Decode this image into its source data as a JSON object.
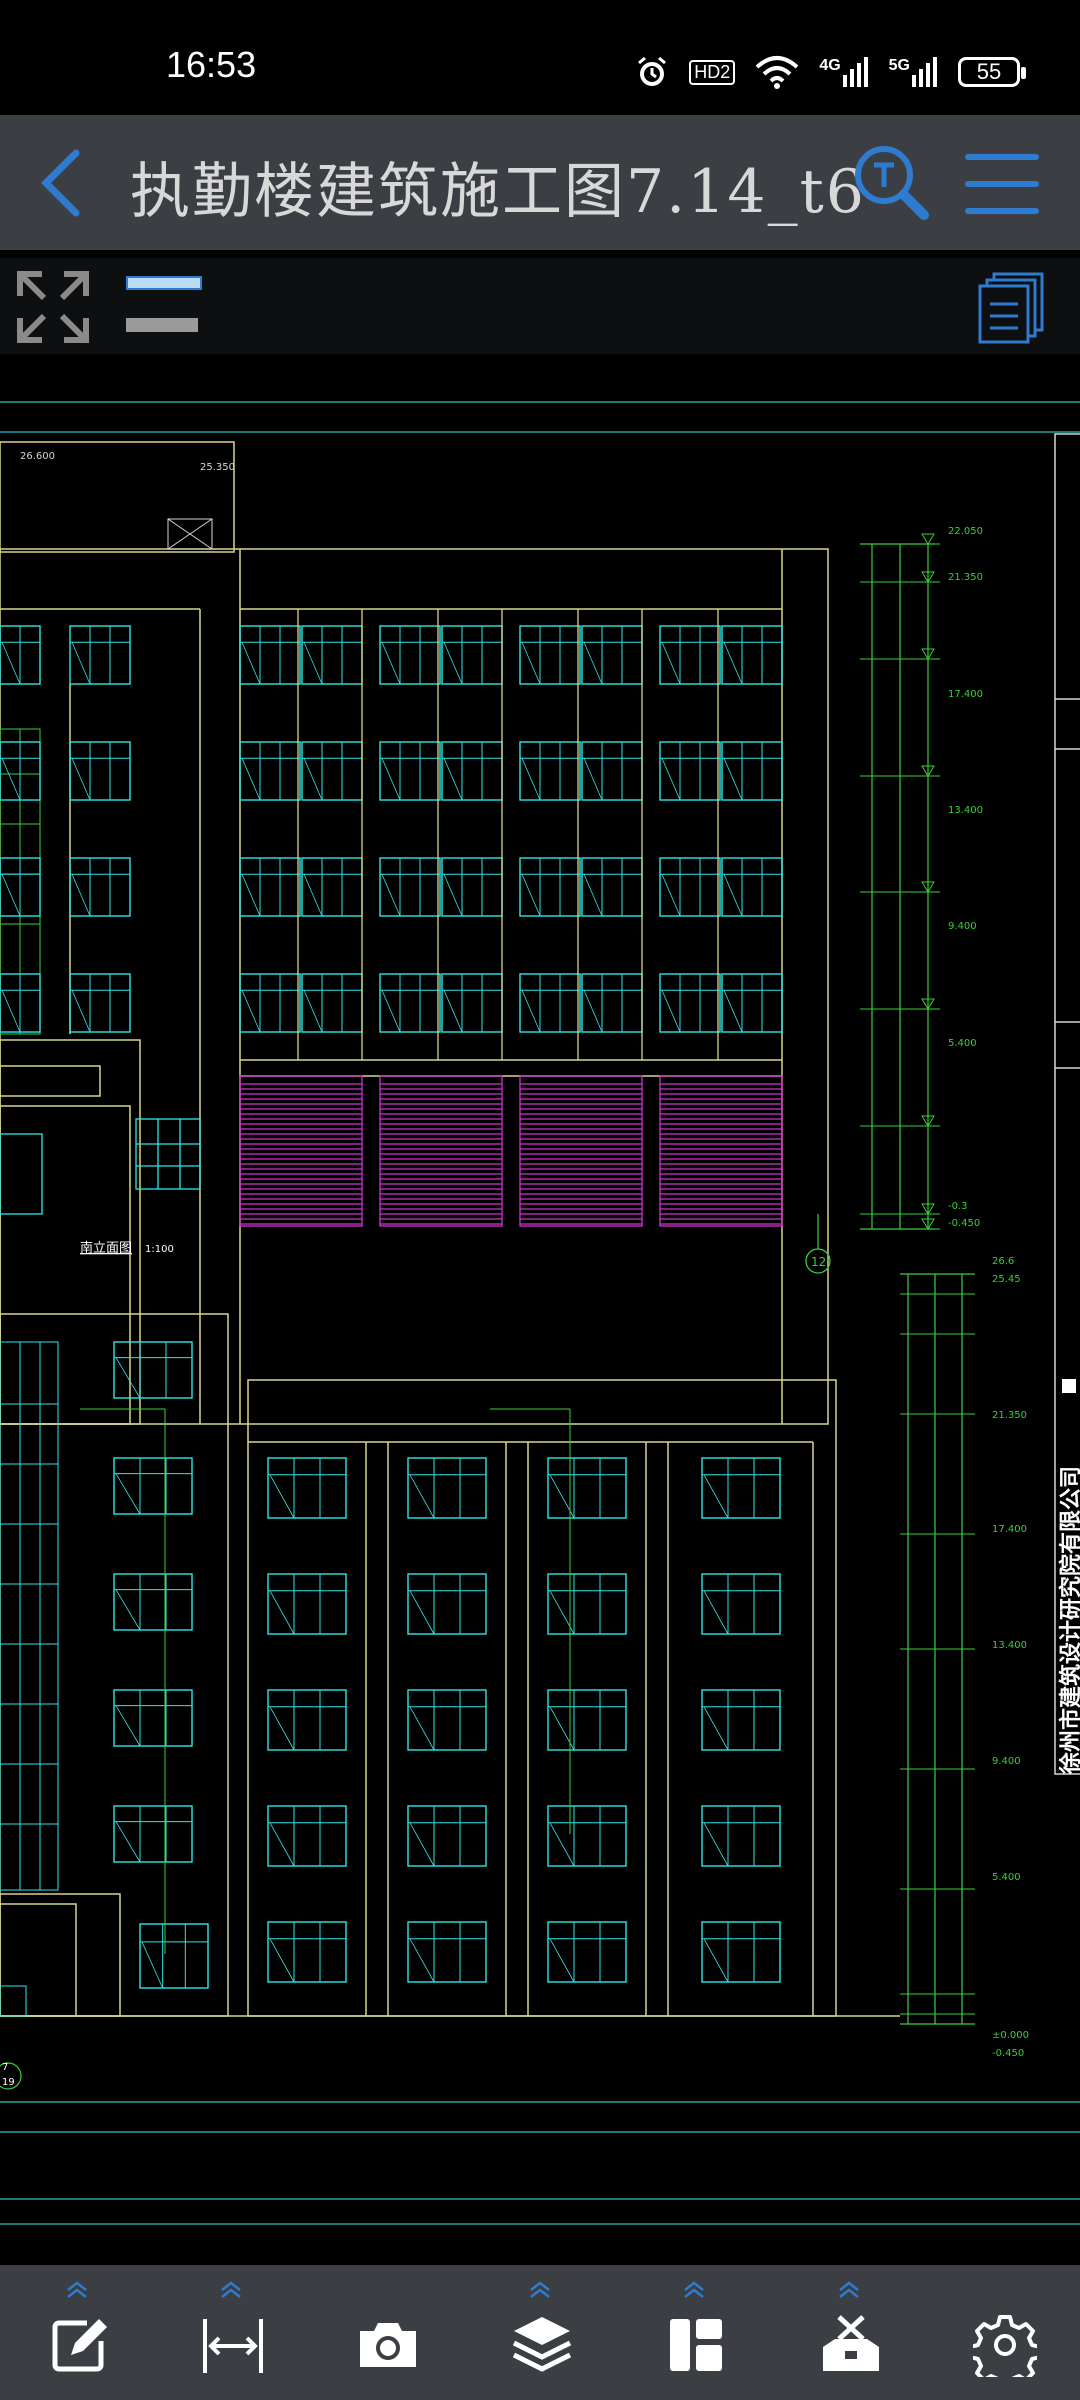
{
  "status": {
    "time": "16:53",
    "hd_label": "HD2",
    "network1": "4G",
    "network2": "5G",
    "battery": "55"
  },
  "header": {
    "title": "执勤楼建筑施工图7.14_t6"
  },
  "drawing": {
    "top_view_title": "南立面图",
    "top_view_scale": "1:100",
    "axis_number": "12",
    "top_elevations": [
      "22.050",
      "21.350",
      "17.400",
      "13.400",
      "9.400",
      "5.400",
      "-0.3",
      "-0.450"
    ],
    "bottom_elevations": [
      "26.6",
      "25.45",
      "21.350",
      "17.400",
      "13.400",
      "9.400",
      "5.400",
      "±0.000",
      "-0.450"
    ],
    "top_left_elevations": [
      "26.600",
      "25.350"
    ],
    "bottom_axis": "7",
    "bottom_axis2": "19",
    "side_label": "徐州市建筑设计研究院有限公司"
  },
  "icons": {
    "back": "chevron-left-icon",
    "search": "text-search-icon",
    "menu": "hamburger-menu-icon",
    "fullscreen": "fullscreen-icon",
    "docs": "document-list-icon"
  },
  "tools": [
    "edit-tool",
    "measure-tool",
    "camera-tool",
    "layers-tool",
    "layout-tool",
    "toolbox-tool",
    "settings-tool"
  ],
  "colors": {
    "accent": "#2f7bd0",
    "cad_cyan": "#2ee6e6",
    "cad_yellow": "#d6d68a",
    "cad_green": "#38d038",
    "cad_magenta": "#cc33cc"
  }
}
